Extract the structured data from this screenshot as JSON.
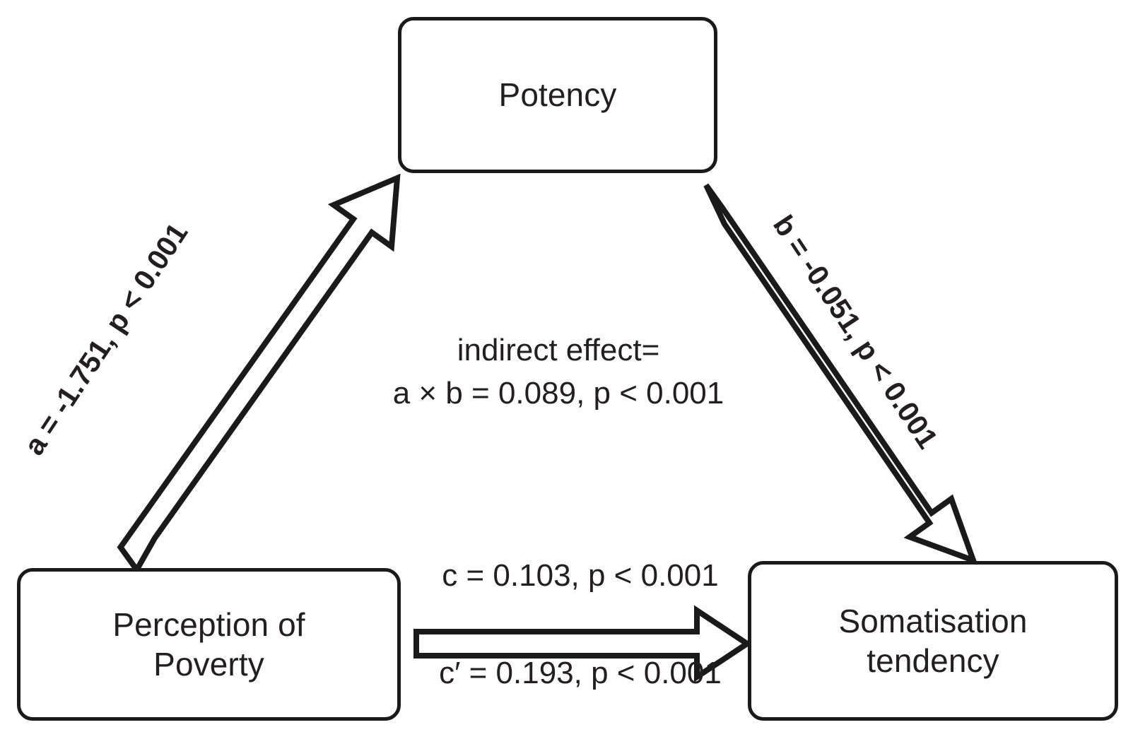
{
  "diagram": {
    "type": "mediation-model",
    "background_color": "#ffffff",
    "line_color": "#1a1a1a",
    "text_color": "#231f20",
    "nodes": [
      {
        "id": "potency",
        "label": "Potency",
        "position": "top-center"
      },
      {
        "id": "perception",
        "label_line1": "Perception of",
        "label_line2": "Poverty",
        "position": "bottom-left"
      },
      {
        "id": "somatisation",
        "label_line1": "Somatisation",
        "label_line2": "tendency",
        "position": "bottom-right"
      }
    ],
    "paths": [
      {
        "id": "a",
        "from": "perception",
        "to": "potency",
        "label": "a = -1.751, p < 0.001",
        "coefficient": -1.751,
        "p_value": "< 0.001",
        "style": "bold-rotated"
      },
      {
        "id": "b",
        "from": "potency",
        "to": "somatisation",
        "label": "b = -0.051, p < 0.001",
        "coefficient": -0.051,
        "p_value": "< 0.001",
        "style": "bold-rotated"
      },
      {
        "id": "c",
        "from": "perception",
        "to": "somatisation",
        "label": "c = 0.103, p < 0.001",
        "coefficient": 0.103,
        "p_value": "< 0.001",
        "style": "plain-above"
      },
      {
        "id": "c-prime",
        "from": "perception",
        "to": "somatisation",
        "label": "c′ = 0.193, p < 0.001",
        "coefficient": 0.193,
        "p_value": "< 0.001",
        "style": "plain-below"
      }
    ],
    "indirect_effect": {
      "line1": "indirect effect=",
      "line2": "a × b = 0.089, p < 0.001",
      "value": 0.089,
      "p_value": "< 0.001"
    }
  }
}
